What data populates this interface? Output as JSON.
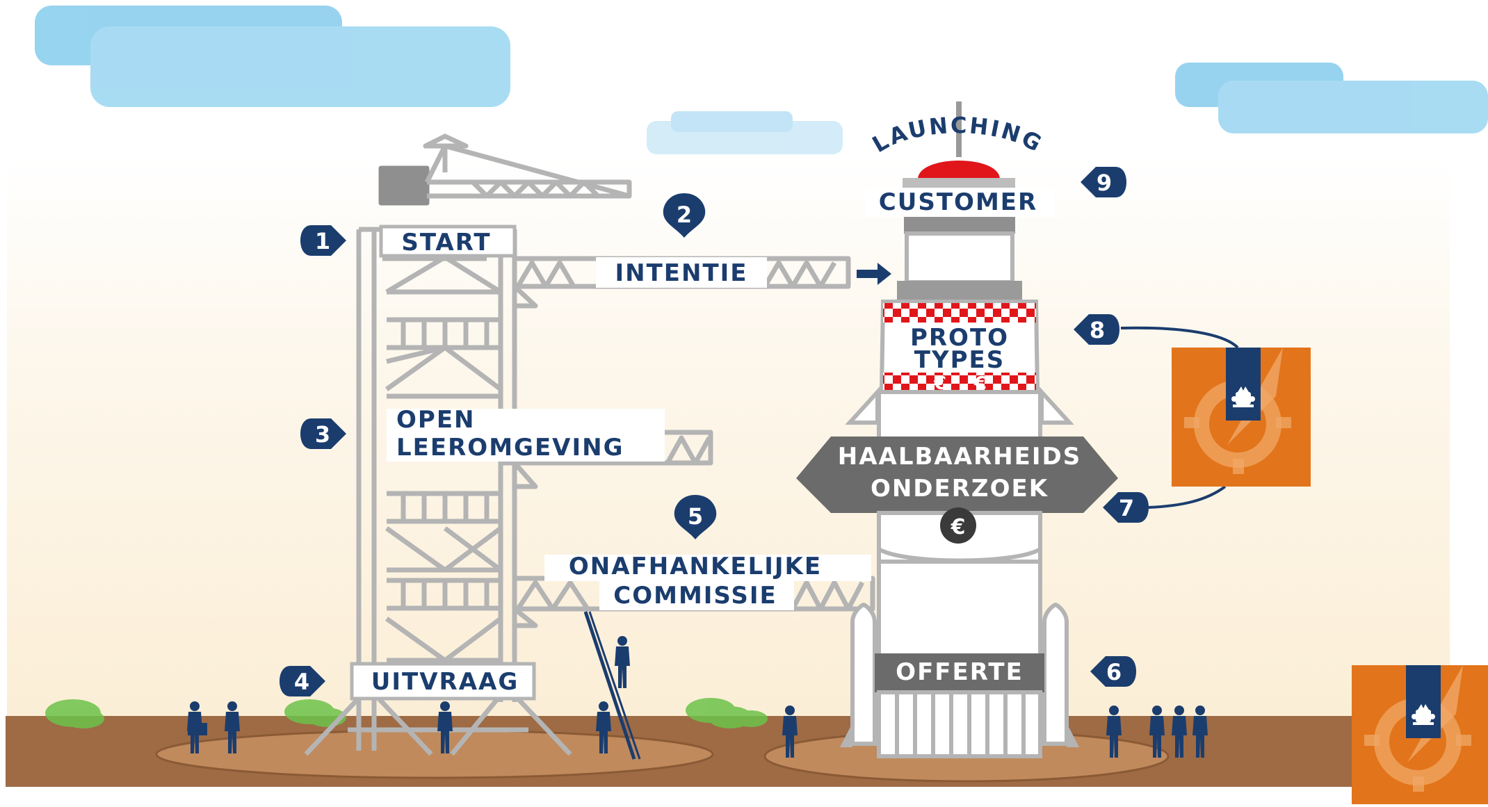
{
  "steps": {
    "s1": {
      "num": "1",
      "label": "START"
    },
    "s2": {
      "num": "2",
      "label": "INTENTIE"
    },
    "s3": {
      "num": "3",
      "label_line1": "OPEN",
      "label_line2": "LEEROMGEVING"
    },
    "s4": {
      "num": "4",
      "label": "UITVRAAG"
    },
    "s5": {
      "num": "5",
      "label_line1": "ONAFHANKELIJKE",
      "label_line2": "COMMISSIE"
    },
    "s6": {
      "num": "6",
      "label": "OFFERTE"
    },
    "s7": {
      "num": "7",
      "label_line1": "HAALBAARHEIDS",
      "label_line2": "ONDERZOEK",
      "badge": "€"
    },
    "s8": {
      "num": "8",
      "label_line1": "PROTO",
      "label_line2": "TYPES",
      "euro": "€"
    },
    "s9": {
      "num": "9",
      "label_arc": "LAUNCHING",
      "label": "CUSTOMER"
    }
  },
  "colors": {
    "navy": "#1b3d6e",
    "steel": "#b4b4b4",
    "ground": "#9e6b45",
    "sky_cloud": "#8ccfee",
    "logo_orange": "#e2741b",
    "red": "#e0161b",
    "dark_gray": "#6b6b6b"
  },
  "icons": [
    "crane",
    "rocket",
    "map-pin-badge",
    "arrow-right",
    "workers",
    "rijksoverheid-logo"
  ]
}
